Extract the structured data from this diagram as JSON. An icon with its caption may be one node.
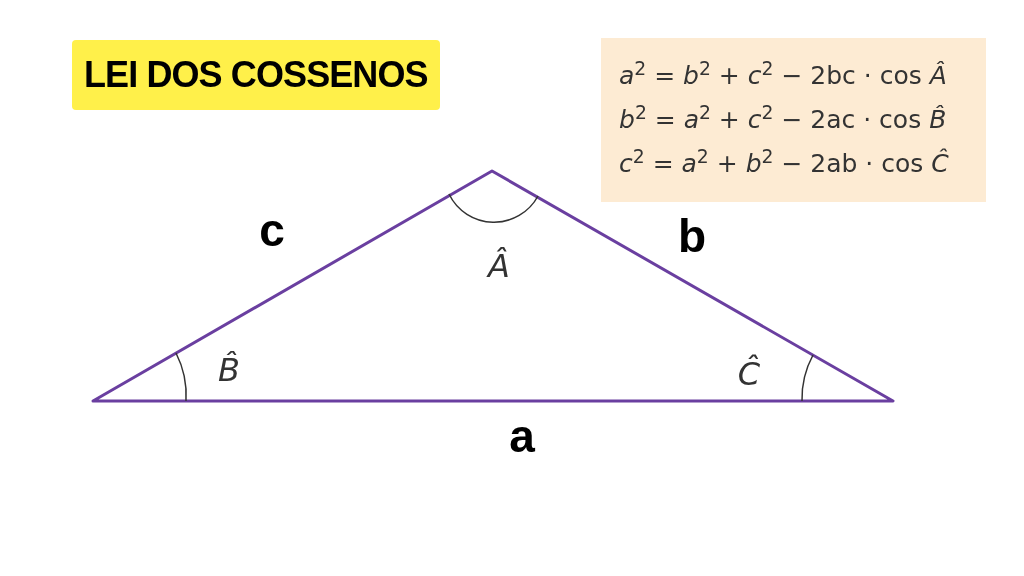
{
  "diagram": {
    "title": "LEI DOS COSSENOS",
    "labels": [
      "*a*$^{2}$ = *b*$^{2}$ + *c*$^{2}$ − 2bc · cos *Â*",
      "*b*$^{2}$ = *a*$^{2}$ + *c*$^{2}$ − 2ac · cos *B̂*",
      "*c*$^{2}$ = *a*$^{2}$ + *b*$^{2}$ − 2ab · cos *Ĉ*",
      "c",
      "b",
      "Â",
      "B̂",
      "Ĉ",
      "a"
    ]
  }
}
